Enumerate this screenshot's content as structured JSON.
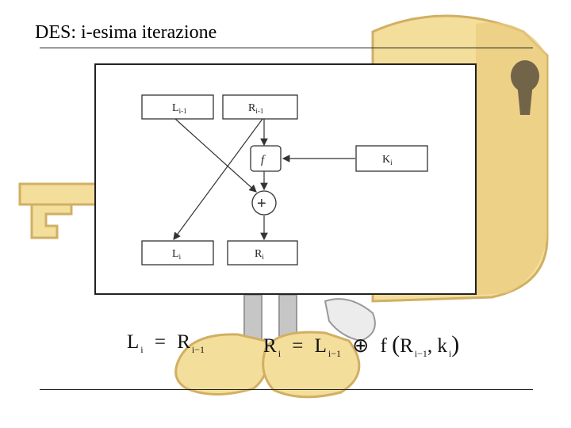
{
  "slide": {
    "title": "DES: i-esima iterazione"
  },
  "diagram": {
    "box_l_prev": {
      "main": "L",
      "sub": "i-1"
    },
    "box_r_prev": {
      "main": "R",
      "sub": "i-1"
    },
    "function": {
      "label": "f"
    },
    "key_box": {
      "main": "K",
      "sub": "i"
    },
    "xor_symbol": "+",
    "box_l_next": {
      "main": "L",
      "sub": "i"
    },
    "box_r_next": {
      "main": "R",
      "sub": "i"
    }
  },
  "formulas": {
    "left": {
      "lhs": "L",
      "lhs_sub": "i",
      "eq": "=",
      "rhs": "R",
      "rhs_sub": "i−1"
    },
    "right": {
      "lhs": "R",
      "lhs_sub": "i",
      "eq": "=",
      "t1": "L",
      "t1_sub": "i−1",
      "xor": "⊕",
      "fn": "f",
      "open": "(",
      "a": "R",
      "a_sub": "i−1",
      "comma": ",",
      "b": "k",
      "b_sub": "i",
      "close": ")"
    }
  },
  "colors": {
    "background_art": "#f3d98a",
    "frame_border": "#222222",
    "box_fill": "#ffffff"
  },
  "background": {
    "icon": "padlock-and-key-cartoon-icon"
  }
}
